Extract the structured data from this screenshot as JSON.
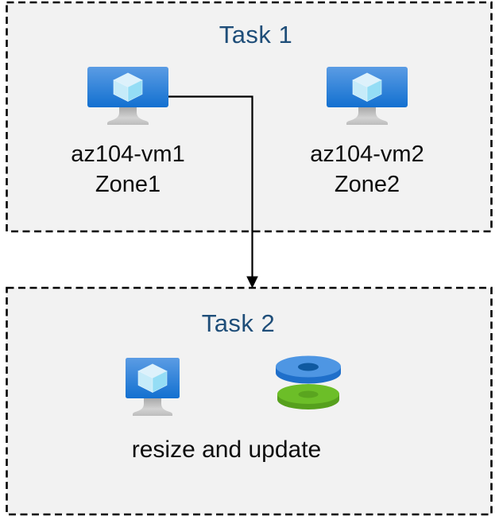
{
  "diagram": {
    "task1": {
      "title": "Task 1",
      "vms": [
        {
          "name": "az104-vm1",
          "zone": "Zone1"
        },
        {
          "name": "az104-vm2",
          "zone": "Zone2"
        }
      ]
    },
    "task2": {
      "title": "Task 2",
      "caption": "resize and update"
    },
    "connector": {
      "from": "az104-vm1",
      "to": "Task 2",
      "style": "elbow-arrow"
    },
    "icons": {
      "vm": "virtual-machine-icon",
      "disks": "managed-disks-icon"
    },
    "colors": {
      "page_bg": "#ffffff",
      "box_bg": "#f2f2f2",
      "box_border": "#000000",
      "title_text": "#1f4e79",
      "label_text": "#0d0d0d",
      "arrow": "#000000",
      "vm_screen_top": "#5b9ce4",
      "vm_screen_bottom": "#1270d0",
      "disk_blue_top": "#4e96e3",
      "disk_blue_side": "#1f6fca",
      "disk_blue_hole": "#0f59a0",
      "disk_green_top": "#6cbe28",
      "disk_green_side": "#56a01d",
      "disk_green_hole": "#5aa51f"
    }
  }
}
